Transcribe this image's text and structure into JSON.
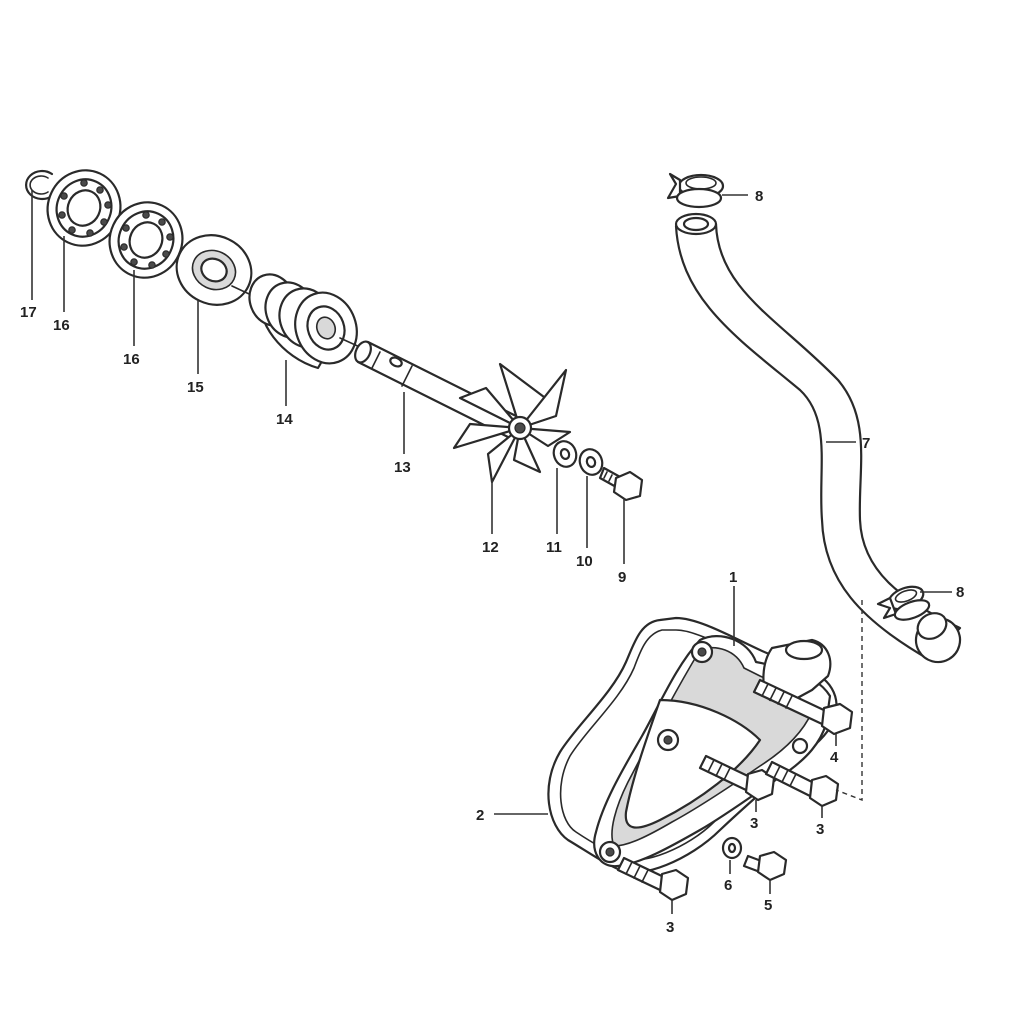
{
  "diagram": {
    "callouts": {
      "c1": "1",
      "c2": "2",
      "c3a": "3",
      "c3b": "3",
      "c3c": "3",
      "c4": "4",
      "c5": "5",
      "c6": "6",
      "c7": "7",
      "c8a": "8",
      "c8b": "8",
      "c9": "9",
      "c10": "10",
      "c11": "11",
      "c12": "12",
      "c13": "13",
      "c14": "14",
      "c15": "15",
      "c16a": "16",
      "c16b": "16",
      "c17": "17"
    }
  }
}
